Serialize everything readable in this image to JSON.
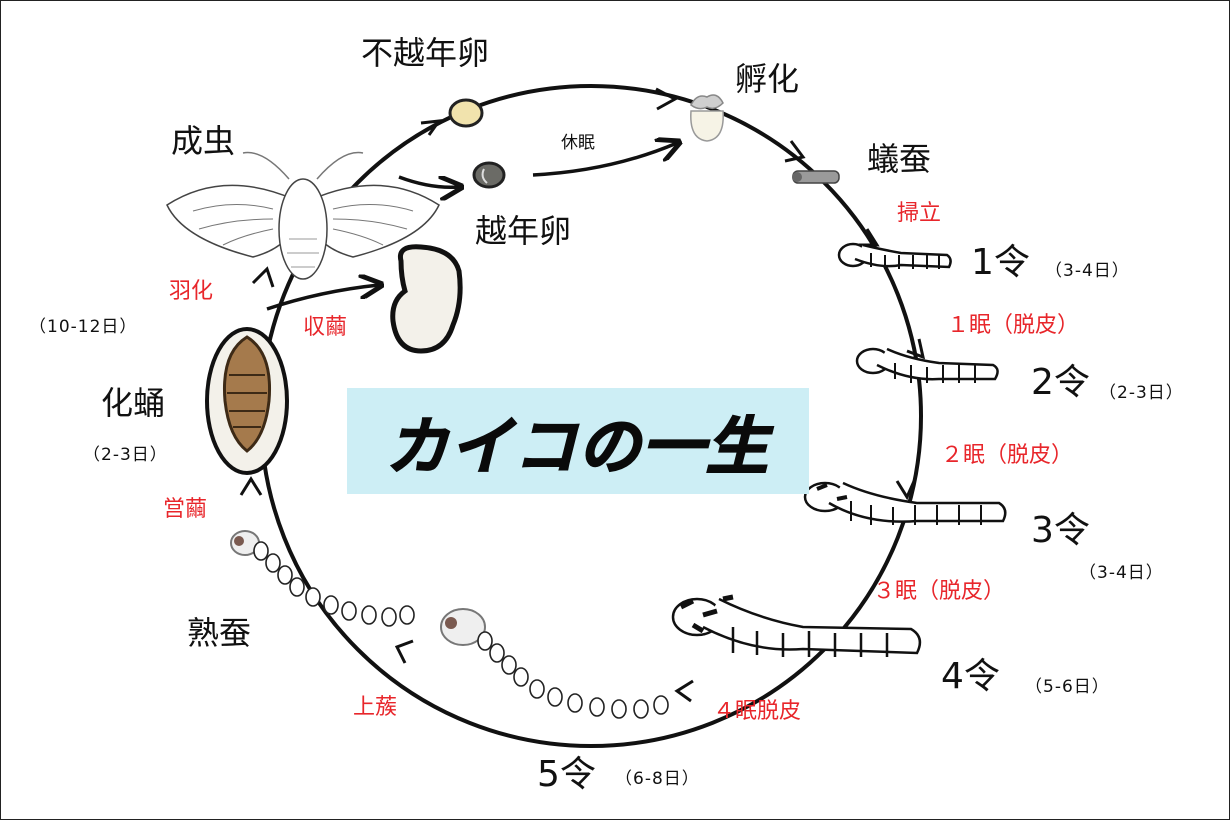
{
  "title": "カイコの一生",
  "stages": {
    "non_diapause_egg": "不越年卵",
    "hatching": "孵化",
    "newborn_larva": "蟻蚕",
    "diapause_egg": "越年卵",
    "adult": "成虫",
    "pupation": "化蛹",
    "mature_larva": "熟蚕"
  },
  "events": {
    "dormancy": "休眠",
    "brushing": "掃立",
    "molt1": "１眠（脱皮）",
    "molt2": "２眠（脱皮）",
    "molt3": "３眠（脱皮）",
    "molt4": "４眠脱皮",
    "mounting": "上蔟",
    "spinning": "営繭",
    "emergence": "羽化",
    "cocoon_harvest": "収繭"
  },
  "instars": [
    {
      "label": "1令",
      "days": "（3-4日）"
    },
    {
      "label": "2令",
      "days": "（2-3日）"
    },
    {
      "label": "3令",
      "days": "（3-4日）"
    },
    {
      "label": "4令",
      "days": "（5-6日）"
    },
    {
      "label": "5令",
      "days": "（6-8日）"
    }
  ],
  "durations": {
    "adult": "（10-12日）",
    "pupa": "（2-3日）"
  },
  "colors": {
    "event_text": "#e8262b",
    "title_background": "#cdeef5",
    "cocoon_fill": "#f3f1ea",
    "pupa_fill": "#a57a4c",
    "non_diapause_egg": "#f1e3ad",
    "diapause_egg": "#6b6b66"
  },
  "icons": [
    "moth-icon",
    "egg-icon",
    "larva-icon",
    "cocoon-icon",
    "pupa-icon"
  ]
}
